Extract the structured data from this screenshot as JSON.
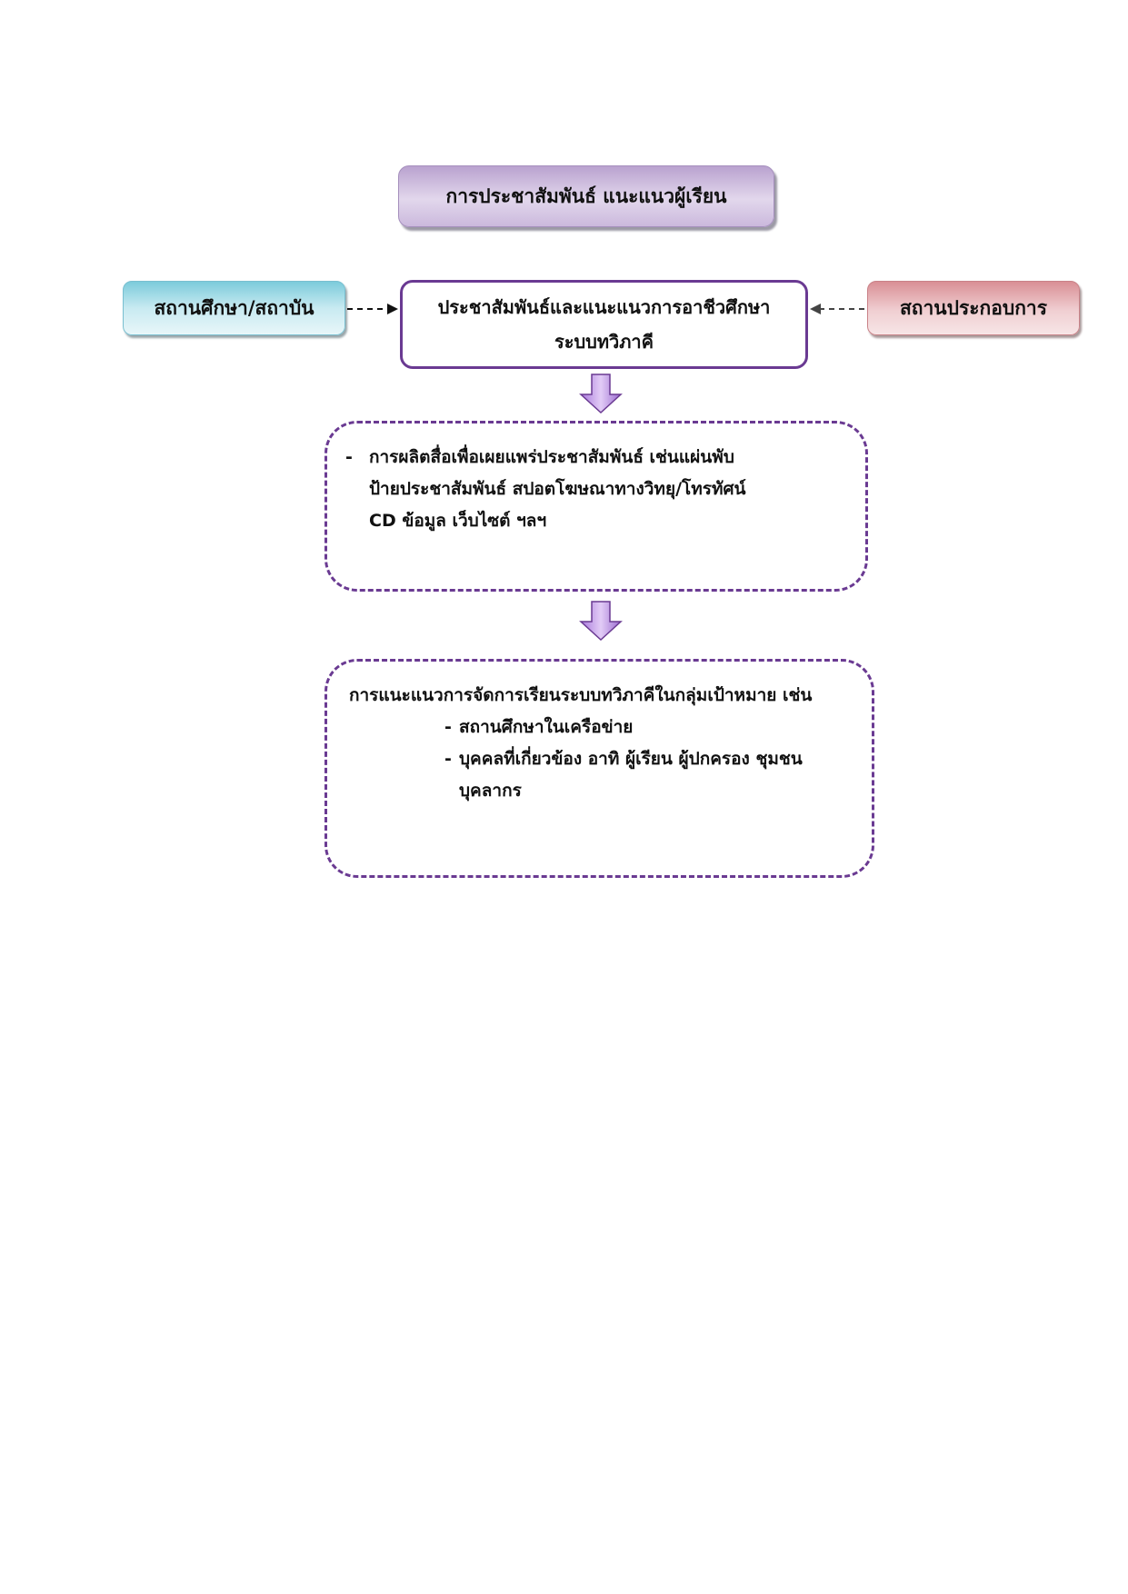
{
  "title": "การประชาสัมพันธ์ แนะแนวผู้เรียน",
  "left_source": "สถานศึกษา/สถาบัน",
  "right_source": "สถานประกอบการ",
  "center": {
    "line1": "ประชาสัมพันธ์และแนะแนวการอาชีวศึกษา",
    "line2": "ระบบทวิภาคี"
  },
  "media_box": {
    "bullet": "-",
    "line1": "การผลิตสื่อเพื่อเผยแพร่ประชาสัมพันธ์ เช่นแผ่นพับ",
    "line2": "ป้ายประชาสัมพันธ์ สปอตโฆษณาทางวิทยุ/โทรทัศน์",
    "line3": "CD ข้อมูล  เว็บไซต์ ฯลฯ"
  },
  "guidance_box": {
    "heading": "การแนะแนวการจัดการเรียนระบบทวิภาคีในกลุ่มเป้าหมาย เช่น",
    "dash": "-",
    "items": [
      {
        "line1": "สถานศึกษาในเครือข่าย",
        "line2": ""
      },
      {
        "line1": "บุคคลที่เกี่ยวข้อง อาทิ ผู้เรียน ผู้ปกครอง ชุมชน",
        "line2": "บุคลากร"
      }
    ]
  },
  "colors": {
    "border_purple": "#6a3a92",
    "arrow_fill": "#b98ce6"
  }
}
